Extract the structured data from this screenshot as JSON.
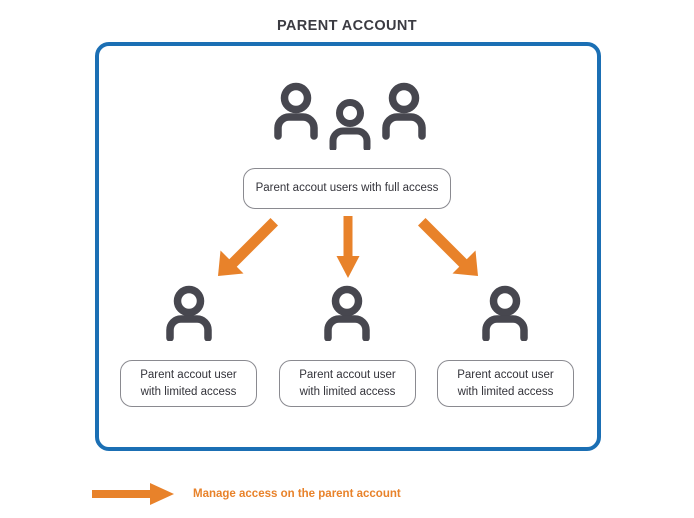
{
  "diagram": {
    "title": "PARENT ACCOUNT",
    "colors": {
      "container_border": "#1b6fb4",
      "arrow": "#e8822a",
      "icon": "#47474f",
      "box_border": "#8a8a90",
      "title_text": "#3b3b42",
      "legend_text": "#e8822a"
    },
    "top": {
      "icon_group_name": "three-users-icon-group",
      "icon_count": 3,
      "callout": "Parent accout users with full access"
    },
    "arrows": [
      {
        "name": "arrow-down-left",
        "direction": "down-left"
      },
      {
        "name": "arrow-down",
        "direction": "down"
      },
      {
        "name": "arrow-down-right",
        "direction": "down-right"
      }
    ],
    "children": [
      {
        "icon_name": "user-icon",
        "callout": "Parent accout user\nwith limited access"
      },
      {
        "icon_name": "user-icon",
        "callout": "Parent accout user\nwith limited access"
      },
      {
        "icon_name": "user-icon",
        "callout": "Parent accout user\nwith limited access"
      }
    ],
    "legend": {
      "arrow_name": "legend-arrow-right-icon",
      "label": "Manage access on the parent account"
    }
  }
}
